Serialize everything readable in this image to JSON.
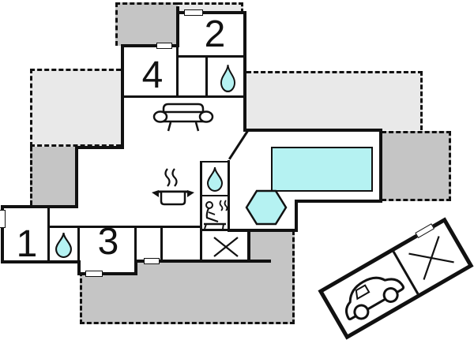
{
  "floorplan": {
    "title": "holiday-home-floor-plan",
    "rooms": [
      {
        "id": "room-1",
        "label": "1"
      },
      {
        "id": "room-2",
        "label": "2"
      },
      {
        "id": "room-3",
        "label": "3"
      },
      {
        "id": "room-4",
        "label": "4"
      }
    ],
    "features": [
      "bathroom-water-drop-top",
      "bathroom-water-drop-middle",
      "bathroom-water-drop-bottom",
      "living-room-sofa",
      "kitchen-cooking-pot",
      "sauna-person",
      "swimming-pool",
      "hot-tub-hexagon",
      "utility-cross-room",
      "carport-with-car",
      "carport-cross-storage",
      "terraces-dashed"
    ],
    "colors": {
      "water": "#b5f2f2",
      "terrace_light": "#e9e9e9",
      "terrace_dark": "#c5c5c5",
      "wall": "#111111",
      "background": "#ffffff"
    }
  }
}
